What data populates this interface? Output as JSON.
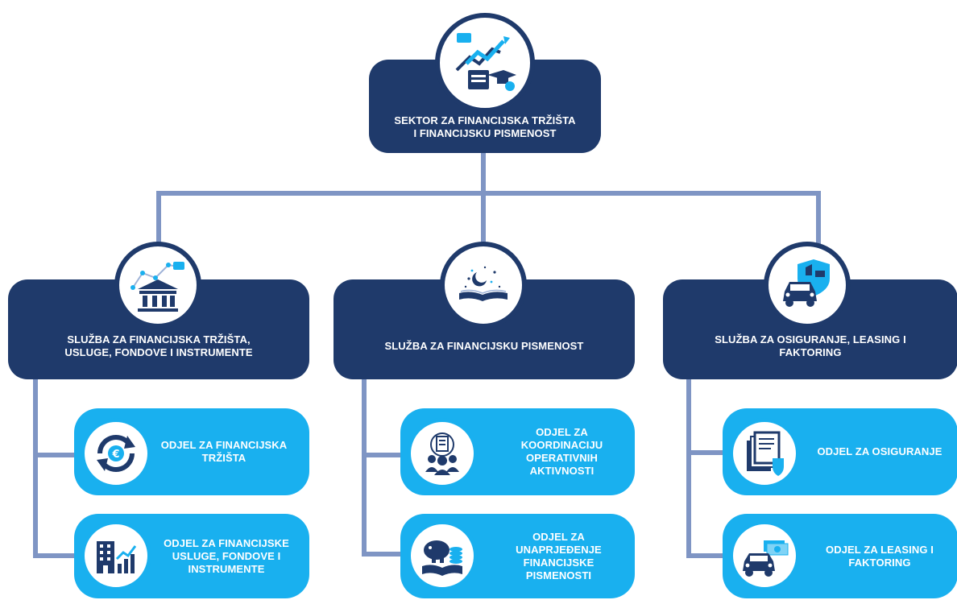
{
  "colors": {
    "navy": "#1f3a6b",
    "sky": "#19b0ef",
    "connector": "#7f95c4"
  },
  "top": {
    "label": "SEKTOR ZA FINANCIJSKA TRŽIŠTA\nI FINANCIJSKU PISMENOST",
    "icon": "growth-chart-graduation-icon"
  },
  "services": [
    {
      "label": "SLUŽBA ZA FINANCIJSKA TRŽIŠTA,\nUSLUGE, FONDOVE I INSTRUMENTE",
      "icon": "bank-network-icon",
      "departments": [
        {
          "label": "ODJEL ZA FINANCIJSKA\nTRŽIŠTA",
          "icon": "euro-exchange-icon"
        },
        {
          "label": "ODJEL ZA FINANCIJSKE\nUSLUGE, FONDOVE I\nINSTRUMENTE",
          "icon": "building-growth-icon"
        }
      ]
    },
    {
      "label": "SLUŽBA ZA FINANCIJSKU PISMENOST",
      "icon": "open-book-stars-icon",
      "departments": [
        {
          "label": "ODJEL ZA\nKOORDINACIJU\nOPERATIVNIH\nAKTIVNOSTI",
          "icon": "team-coordination-icon"
        },
        {
          "label": "ODJEL ZA\nUNAPRJEĐENJE\nFINANCIJSKE\nPISMENOSTI",
          "icon": "piggy-bank-book-icon"
        }
      ]
    },
    {
      "label": "SLUŽBA ZA OSIGURANJE, LEASING I\nFAKTORING",
      "icon": "car-insurance-shield-icon",
      "departments": [
        {
          "label": "ODJEL ZA OSIGURANJE",
          "icon": "insurance-documents-icon"
        },
        {
          "label": "ODJEL ZA LEASING I\nFAKTORING",
          "icon": "car-money-icon"
        }
      ]
    }
  ]
}
